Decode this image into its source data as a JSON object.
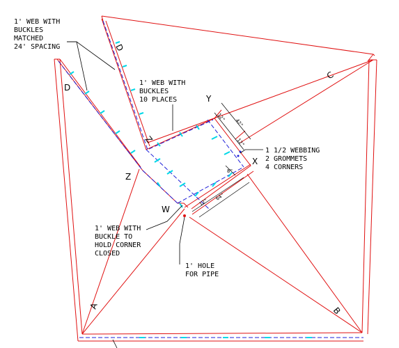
{
  "colors": {
    "outline": "#e01010",
    "hem": "#e01010",
    "web": "#2020d8",
    "buckle": "#00d8e8",
    "leader": "#000000",
    "background": "#ffffff"
  },
  "notes": {
    "note1": [
      "1' WEB WITH",
      "BUCKLES",
      "MATCHED",
      "24' SPACING"
    ],
    "note2": [
      "1' WEB WITH",
      "BUCKLES",
      "10 PLACES"
    ],
    "note3": [
      "1 1/2 WEBBING",
      "2 GROMMETS",
      "4 CORNERS"
    ],
    "note4": [
      "1' WEB WITH",
      "BUCKLE TO",
      "HOLD CORNER",
      "CLOSED"
    ],
    "note5": [
      "1' HOLE",
      "FOR PIPE"
    ]
  },
  "labels": {
    "A": "A",
    "B": "B",
    "C": "C",
    "D_left": "D",
    "D_top": "D",
    "Z_left": "Z",
    "Z_inner": "Z",
    "W": "W",
    "X": "X",
    "Y": "Y"
  },
  "dimensions": {
    "d1": "12\"",
    "d2": "42\"",
    "d3": "12\"",
    "d4": "8\"",
    "d5": "64\"",
    "d6": "12\""
  }
}
